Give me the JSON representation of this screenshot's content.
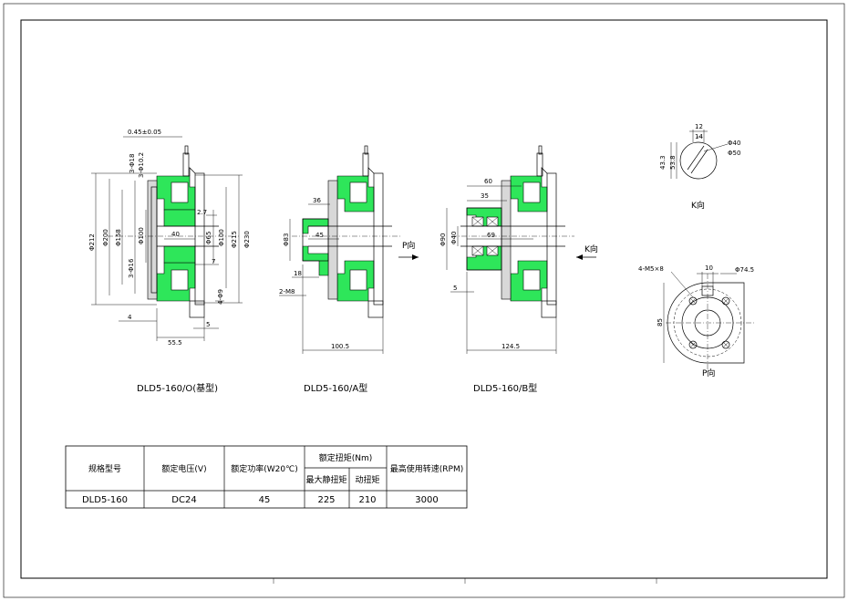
{
  "drawing": {
    "views": {
      "base": {
        "caption": "DLD5-160/O(基型)",
        "dims": [
          "0.45±0.05",
          "3-Φ18",
          "3-Φ10.2",
          "Φ212",
          "Φ200",
          "Φ158",
          "3-Φ16",
          "Φ100",
          "Φ65",
          "Φ100",
          "Φ215",
          "Φ230",
          "2.7",
          "40",
          "7",
          "4-Φ9",
          "4",
          "5",
          "55.5"
        ]
      },
      "type_a": {
        "caption": "DLD5-160/A型",
        "dims": [
          "36",
          "Φ83",
          "45",
          "18",
          "2-M8",
          "100.5"
        ]
      },
      "type_b": {
        "caption": "DLD5-160/B型",
        "dims": [
          "60",
          "35",
          "Φ90",
          "Φ40",
          "69",
          "5",
          "124.5"
        ]
      },
      "view_k": {
        "label": "K向",
        "dims": [
          "12",
          "14",
          "43.3",
          "53.8",
          "Φ40",
          "Φ50"
        ]
      },
      "view_p": {
        "label": "P向",
        "dims": [
          "4-M5×8",
          "10",
          "Φ74.5",
          "85"
        ]
      },
      "arrow_p": "P向",
      "arrow_k": "K向"
    }
  },
  "spec_table": {
    "headers": {
      "model": "规格型号",
      "voltage": "额定电压(V)",
      "power": "额定功率(W20℃)",
      "torque_group": "额定扭矩(Nm)",
      "static_torque": "最大静扭矩",
      "dynamic_torque": "动扭矩",
      "speed": "最高使用转速(RPM)"
    },
    "rows": [
      {
        "model": "DLD5-160",
        "voltage": "DC24",
        "power": "45",
        "static_torque": "225",
        "dynamic_torque": "210",
        "speed": "3000"
      }
    ]
  },
  "colors": {
    "section_fill": "#2ee65a",
    "line": "#000000",
    "background": "#ffffff"
  }
}
